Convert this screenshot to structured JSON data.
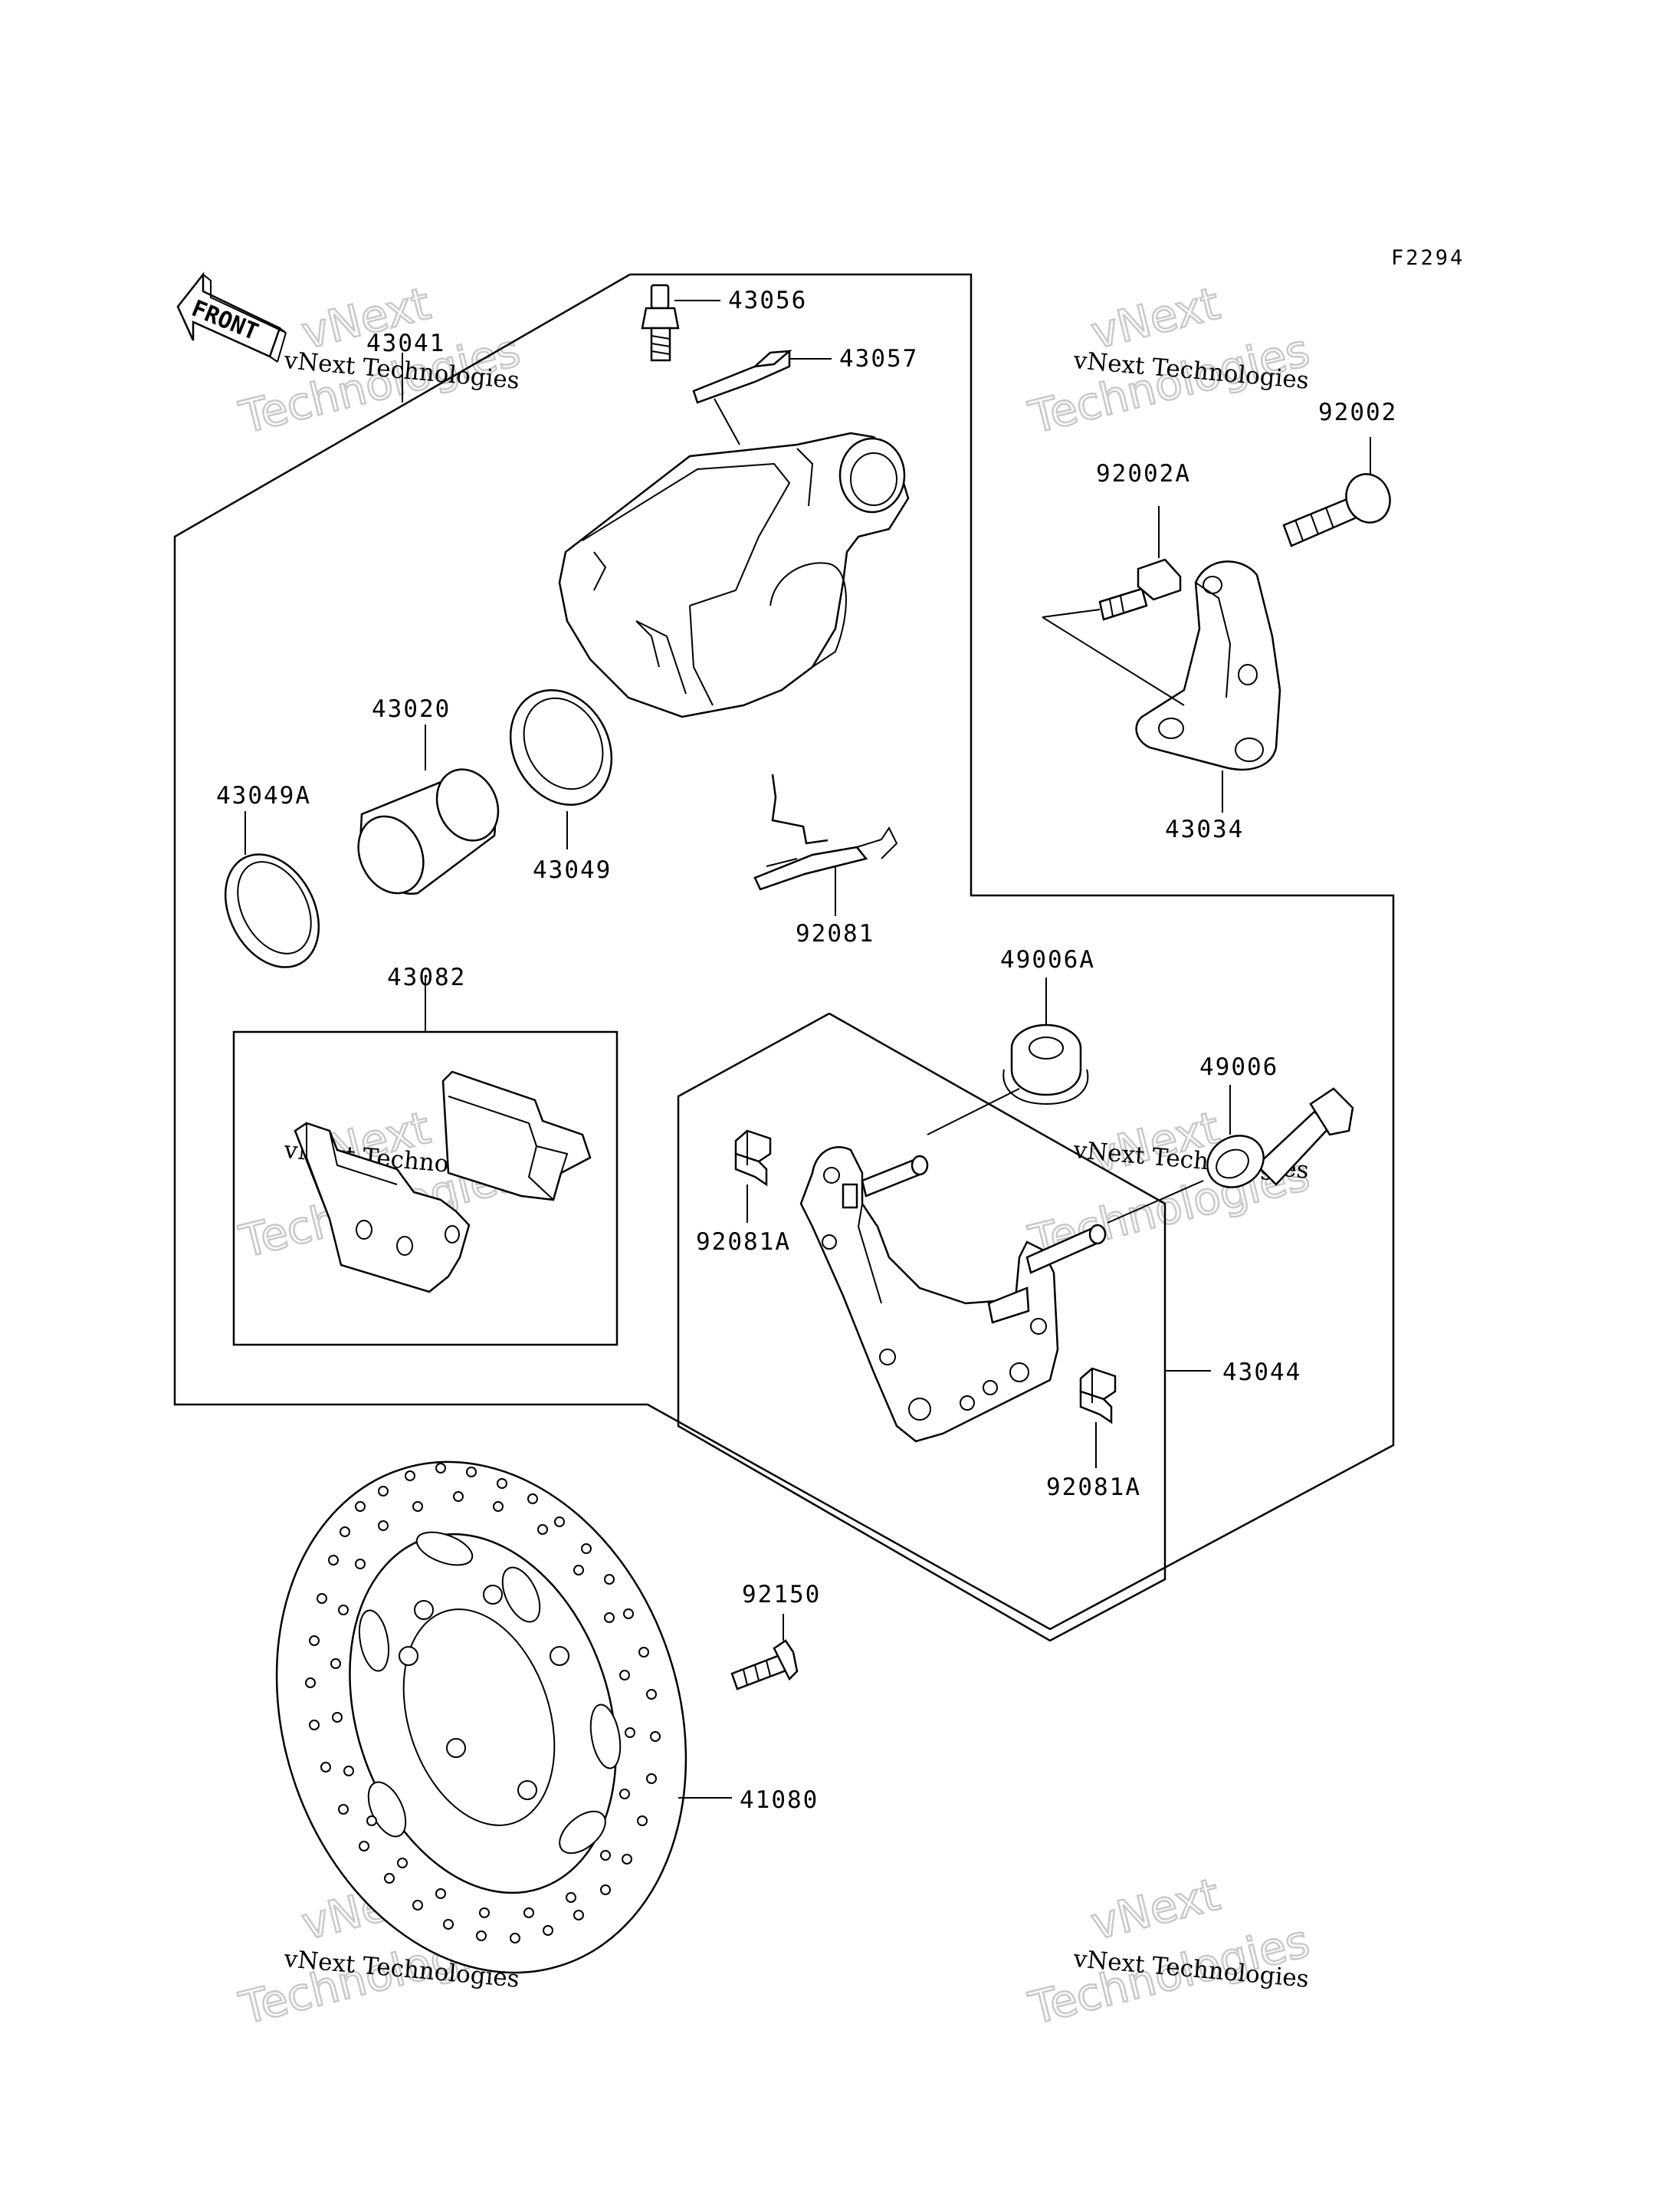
{
  "figure_code": "F2294",
  "front_arrow_label": "FRONT",
  "watermark": {
    "company": "vNext Technologies",
    "line1": "vNext",
    "line2": "Technologies"
  },
  "parts": [
    {
      "id": "43056",
      "label": "43056"
    },
    {
      "id": "43057",
      "label": "43057"
    },
    {
      "id": "43041",
      "label": "43041"
    },
    {
      "id": "92002",
      "label": "92002"
    },
    {
      "id": "92002A",
      "label": "92002A"
    },
    {
      "id": "43020",
      "label": "43020"
    },
    {
      "id": "43049A",
      "label": "43049A"
    },
    {
      "id": "43049",
      "label": "43049"
    },
    {
      "id": "43034",
      "label": "43034"
    },
    {
      "id": "92081",
      "label": "92081"
    },
    {
      "id": "43082",
      "label": "43082"
    },
    {
      "id": "49006A",
      "label": "49006A"
    },
    {
      "id": "49006",
      "label": "49006"
    },
    {
      "id": "92081A-upper",
      "label": "92081A"
    },
    {
      "id": "43044",
      "label": "43044"
    },
    {
      "id": "92081A-lower",
      "label": "92081A"
    },
    {
      "id": "92150",
      "label": "92150"
    },
    {
      "id": "41080",
      "label": "41080"
    }
  ]
}
